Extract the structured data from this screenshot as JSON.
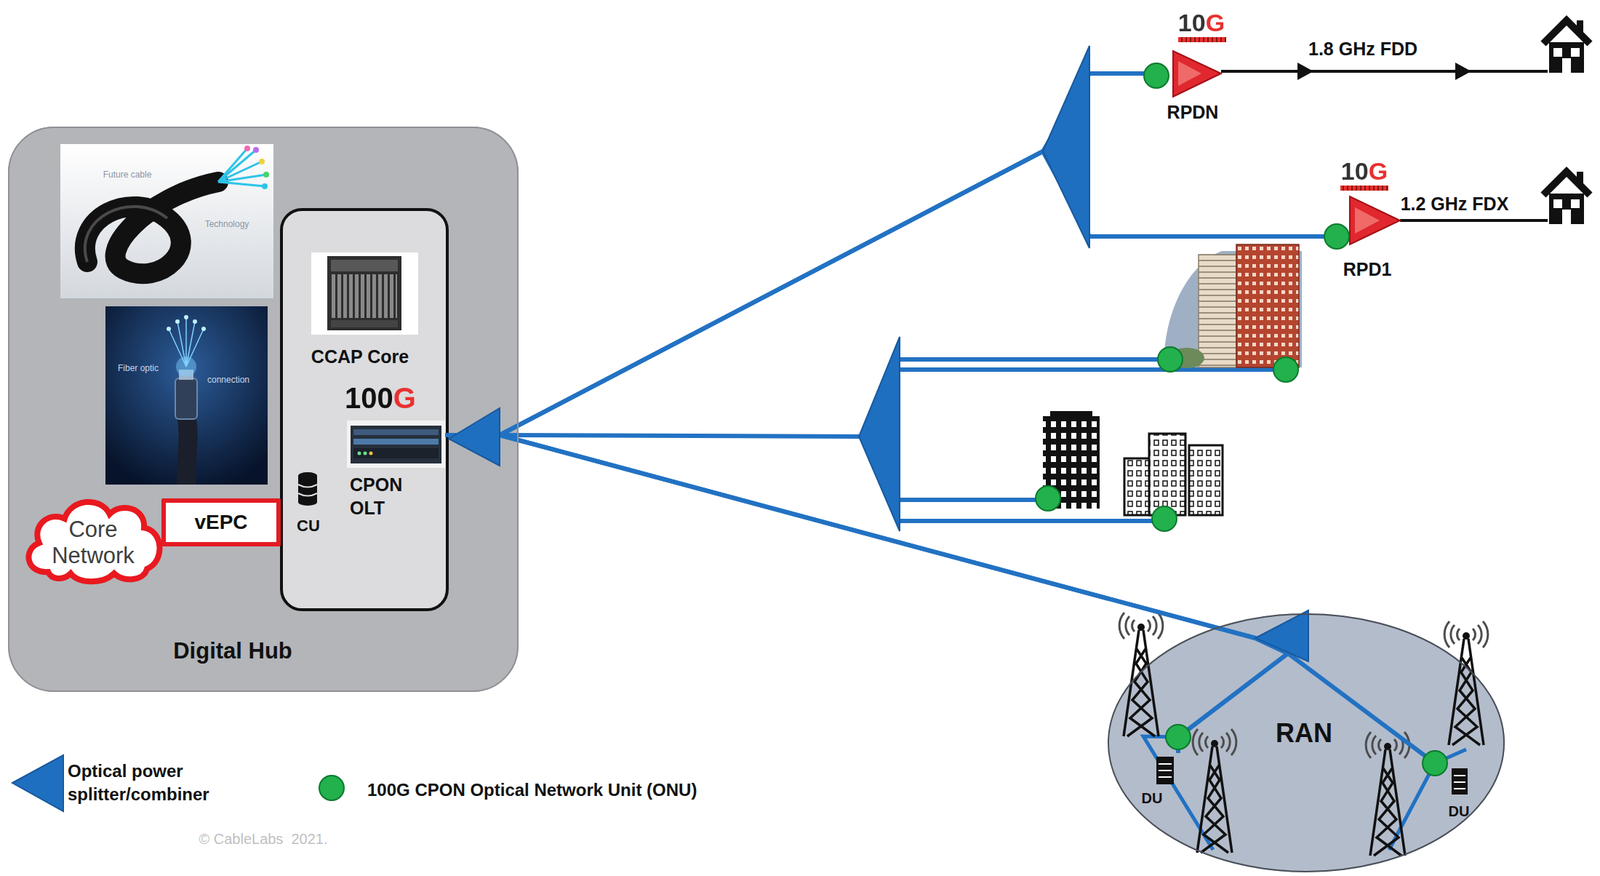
{
  "diagram": {
    "nodes": [
      {
        "text": [
          "Digital Hub"
        ]
      },
      {
        "text": [
          "CCAP Core"
        ],
        "in": 0
      },
      {
        "text": [
          "100G",
          "CPON OLT"
        ],
        "in": 0
      },
      {
        "text": [
          "CU"
        ],
        "in": 0
      },
      {
        "text": [
          "Core Network"
        ],
        "in": 0
      },
      {
        "text": [
          "vEPC"
        ],
        "in": 0
      },
      {
        "text": [
          "RPDN"
        ]
      },
      {
        "text": [
          "RPD1"
        ]
      },
      {
        "text": [
          "RAN"
        ]
      },
      {
        "text": [
          "DU"
        ],
        "in": 8
      },
      {
        "text": [
          "DU"
        ],
        "in": 8
      }
    ],
    "edges": [
      {
        "from": 2,
        "to": 6,
        "arrow": "none"
      },
      {
        "from": 2,
        "to": 7,
        "arrow": "none"
      },
      {
        "from": 2,
        "to": 9,
        "arrow": "none"
      },
      {
        "from": 2,
        "to": 10,
        "arrow": "none"
      }
    ],
    "labels": [
      "10G",
      "1.8 GHz FDD",
      "10G",
      "1.2 GHz FDX",
      "Future cable",
      "Technology",
      "Fiber optic",
      "connection",
      "© CableLabs  2021."
    ],
    "legend": [
      {
        "text": "Optical power splitter/combiner"
      },
      {
        "text": "100G CPON Optical Network Unit (ONU)",
        "color": "#22b14c"
      }
    ]
  }
}
